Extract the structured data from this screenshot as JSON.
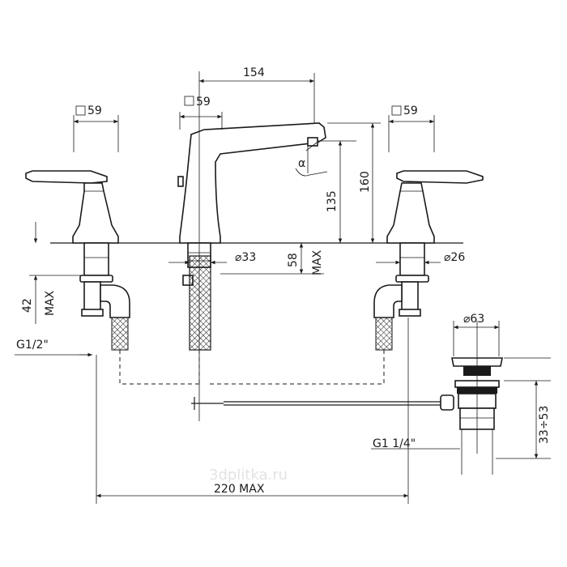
{
  "watermark": "3dplitka.ru",
  "dimensions": {
    "spout_reach": "154",
    "square_left": "59",
    "square_center": "59",
    "square_right": "59",
    "spout_height": "135",
    "total_height": "160",
    "angle_symbol": "α",
    "center_diameter": "⌀33",
    "right_diameter": "⌀26",
    "max_thickness_value": "58",
    "max_thickness_label": "MAX",
    "left_depth_value": "42",
    "left_depth_label": "MAX",
    "inlet_thread": "G1/2\"",
    "drain_diameter": "⌀63",
    "drain_thread": "G1  1/4\"",
    "drain_range": "33÷53",
    "overall_width": "220  MAX"
  },
  "colors": {
    "line": "#1a1a1a",
    "watermark": "#e3e3e3"
  }
}
